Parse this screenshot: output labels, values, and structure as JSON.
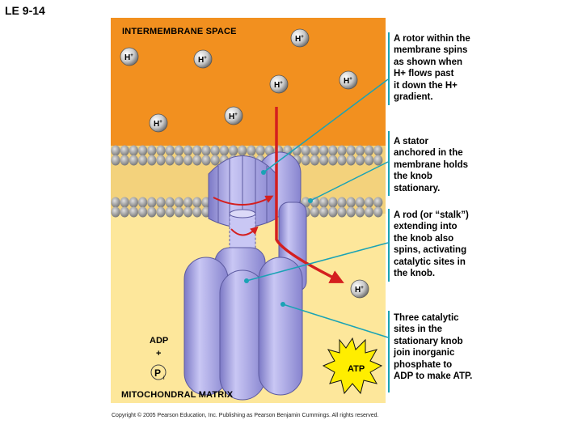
{
  "figure_id": "LE 9-14",
  "regions": {
    "intermembrane": "INTERMEMBRANE SPACE",
    "matrix": "MITOCHONDRAL MATRIX"
  },
  "ion_label": "H+",
  "ion_base": "H",
  "ion_charge": "+",
  "adp": "ADP",
  "plus": "+",
  "pi": "P",
  "pi_sub": "i",
  "atp": "ATP",
  "captions": [
    "A rotor within the\nmembrane spins\nas shown when\nH+ flows past\nit down the H+\ngradient.",
    "A stator\nanchored in the\nmembrane holds\nthe knob\nstationary.",
    "A rod (or “stalk”)\nextending into\nthe knob also\nspins, activating\ncatalytic sites in\nthe knob.",
    "Three catalytic\nsites in the\nstationary knob\njoin inorganic\nphosphate to\nADP to make ATP."
  ],
  "copyright": "Copyright © 2005 Pearson Education, Inc. Publishing as Pearson Benjamin Cummings. All rights reserved.",
  "colors": {
    "intermembrane": "#f2901f",
    "matrix": "#fde79b",
    "membrane": "#f3d27c",
    "protein": "#a9a7e6",
    "arrow": "#d41f1f",
    "callout": "#1aa3b5",
    "atp_burst": "#ffee00"
  }
}
